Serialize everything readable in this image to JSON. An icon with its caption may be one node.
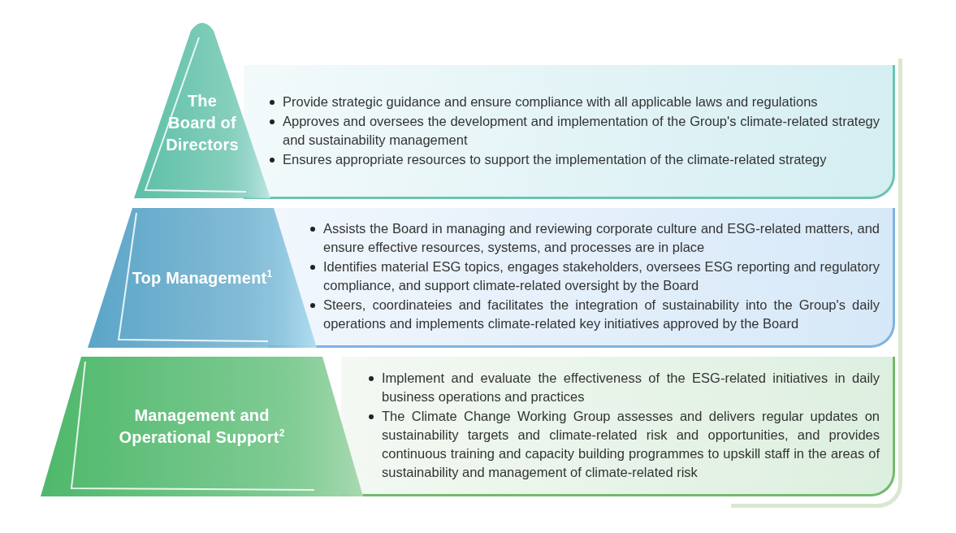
{
  "diagram": {
    "nodes": [
      {
        "text": [
          "The Board of Directors"
        ]
      },
      {
        "text": [
          "Provide strategic guidance and ensure compliance with all applicable laws and regulations",
          "Approves and oversees the development and implementation of the Group's climate-related strategy and sustainability management",
          "Ensures appropriate resources to support the implementation of the climate-related strategy"
        ]
      },
      {
        "text": [
          "Top Management$^{1}$"
        ]
      },
      {
        "text": [
          "Assists the Board in managing and reviewing corporate culture and ESG-related matters, and ensure effective resources, systems, and processes are in place",
          "Identifies material ESG topics, engages stakeholders, oversees ESG reporting and regulatory compliance, and support climate-related oversight by the Board",
          "Steers, coordinateies and facilitates the integration of sustainability into the Group's daily operations and implements climate-related key initiatives approved by the Board"
        ]
      },
      {
        "text": [
          "Management and Operational Support$^{2}$"
        ]
      },
      {
        "text": [
          "Implement and evaluate the effectiveness of the ESG-related initiatives in daily business operations and practices",
          "The Climate Change Working Group assesses and delivers regular updates on sustainability targets and climate-related risk and opportunities, and provides continuous training and capacity building programmes to upskill staff in the areas of sustainability and management of climate-related risk"
        ]
      }
    ]
  }
}
